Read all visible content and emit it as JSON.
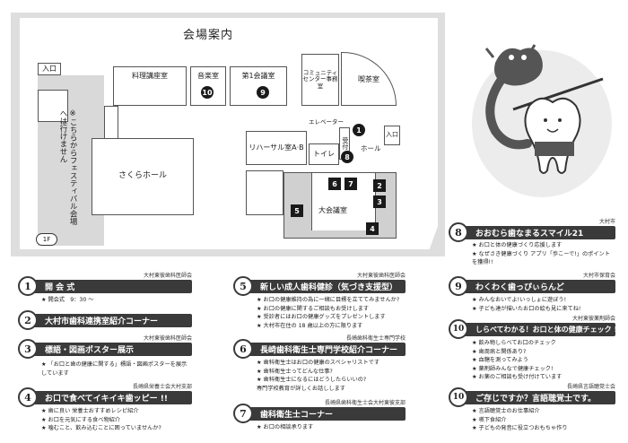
{
  "map": {
    "title": "会場案内",
    "floor": "1F",
    "rooms": {
      "cooking": "料理講座室",
      "music": "音楽室",
      "meeting1": "第1会議室",
      "community": "コミュニティセンター事務室",
      "cafe": "喫茶室",
      "elevator": "エレベーター",
      "reception": "受付",
      "hall_lobby": "ホール",
      "entrance_left": "入口",
      "entrance_right": "入口",
      "rehearsal": "リハーサル室A·B",
      "toilet": "トイレ",
      "sakura": "さくらホール",
      "main_meeting": "大会議室"
    },
    "note": "※こちらからフェスティバル会場へは行けません",
    "markers": [
      "1",
      "2",
      "3",
      "4",
      "5",
      "6",
      "7",
      "8",
      "9",
      "10"
    ]
  },
  "mascot": {
    "icon": "dragon-and-tooth-mascot"
  },
  "sections": [
    {
      "num": "1",
      "org": "大村東彼歯科医師会",
      "title": "開 会 式",
      "items": [
        "開会式　9：30 ～"
      ]
    },
    {
      "num": "2",
      "org": "",
      "title": "大村市歯科連携室紹介コーナー",
      "items": []
    },
    {
      "num": "3",
      "org": "大村東彼歯科医師会",
      "title": "標語・図画ポスター展示",
      "items": [
        "「お口と歯の健康に関する」標語・図画ポスターを展示しています"
      ]
    },
    {
      "num": "4",
      "org": "長崎県栄養士会大村支部",
      "title": "お口で食べてイキイキ歯ッピー !!",
      "items": [
        "歯に良い 栄養士おすすめレシピ紹介",
        "お口を元気にする食べ物紹介",
        "噛むこと、飲み込むことに困っていませんか?"
      ]
    },
    {
      "num": "5",
      "org": "大村東彼歯科医師会",
      "title": "新しい成人歯科健診（気づき支援型）",
      "items": [
        "お口の健康維持の為に一緒に目標を立ててみませんか?",
        "お口の健康に関するご相談もお受けします",
        "受診者にはお口の健康グッズをプレゼントします",
        "大村市在住の 18 歳以上の方に限ります"
      ]
    },
    {
      "num": "6",
      "org": "長崎歯科衛生士専門学校",
      "title": "長崎歯科衛生士専門学校紹介コーナー",
      "items": [
        "歯科衛生士はお口の健康のスペシャリストです",
        "歯科衛生士ってどんな仕事?",
        "歯科衛生士になるにはどうしたらいいの?",
        "専門学校教育が詳しくお話しします"
      ]
    },
    {
      "num": "7",
      "org": "長崎県歯科衛生士会大村東彼支部",
      "title": "歯科衛生士コーナー",
      "items": [
        "お口の相談承ります"
      ]
    },
    {
      "num": "8",
      "org": "大村市",
      "title": "おおむら歯なまるスマイル21",
      "items": [
        "お口と体の健康づくり応援します",
        "なぜさき健康づくり アプリ「歩こーで!」のポイントを獲得!!"
      ]
    },
    {
      "num": "9",
      "org": "大村市保育会",
      "title": "わくわく歯っぴぃらんど",
      "items": [
        "みんなおいでよ!いっしょに遊ぼう!",
        "子ども達が描いたお口の絵も見に来てね!"
      ]
    },
    {
      "num": "10",
      "org": "大村東彼薬剤師会",
      "title": "しらべてわかる！お口と体の健康チェック !!",
      "items": [
        "飲み物しらべてお口のチェック",
        "歯周病と関係あり?",
        "血糖を測ってみよう",
        "薬剤師みんなで健康チェック!",
        "お薬のご相談も受け付けています"
      ]
    },
    {
      "num": "10",
      "org": "長崎県言語聴覚士会",
      "title": "ご存じですか？言語聴覚士です。",
      "items": [
        "言語聴覚士のお仕事紹介",
        "嚥下食紹介",
        "子どもの発音に役立つおもちゃ作り"
      ]
    }
  ]
}
